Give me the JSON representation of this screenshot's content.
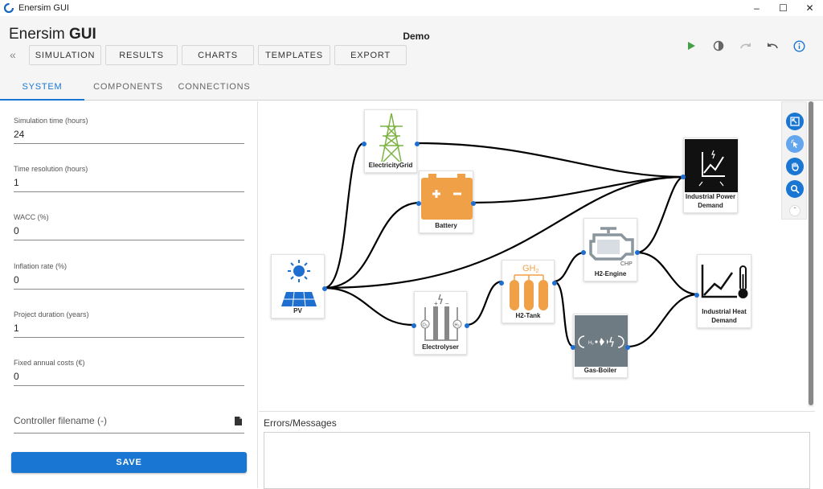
{
  "window": {
    "title": "Enersim GUI"
  },
  "header": {
    "title_prefix": "Enersim",
    "title_bold": "GUI",
    "project": "Demo",
    "nav": [
      "SIMULATION",
      "RESULTS",
      "CHARTS",
      "TEMPLATES",
      "EXPORT"
    ]
  },
  "tabs": [
    "SYSTEM",
    "COMPONENTS",
    "CONNECTIONS"
  ],
  "form": {
    "fields": [
      {
        "label": "Simulation time (hours)",
        "value": "24"
      },
      {
        "label": "Time resolution (hours)",
        "value": "1"
      },
      {
        "label": "WACC (%)",
        "value": "0"
      },
      {
        "label": "Inflation rate (%)",
        "value": "0"
      },
      {
        "label": "Project duration (years)",
        "value": "1"
      },
      {
        "label": "Fixed annual costs (€)",
        "value": "0"
      }
    ],
    "controller_placeholder": "Controller filename (-)",
    "save_label": "SAVE"
  },
  "nodes": {
    "grid": "ElectricityGrid",
    "battery": "Battery",
    "pv": "PV",
    "electrolyser": "Electrolyser",
    "h2tank": "H2-Tank",
    "h2engine": "H2-Engine",
    "gasboiler": "Gas-Boiler",
    "power_demand_1": "Industrial Power",
    "power_demand_2": "Demand",
    "heat_demand_1": "Industrial Heat",
    "heat_demand_2": "Demand"
  },
  "node_icon_text": {
    "gh2": "GH",
    "gh2_sub": "2",
    "chp": "CHP",
    "o2": "O₂",
    "h2": "H₂"
  },
  "messages": {
    "title": "Errors/Messages"
  },
  "colors": {
    "accent": "#1976d2",
    "battery": "#f0a046",
    "tank": "#f0a046",
    "play": "#43a047",
    "port": "#1e6fd0"
  }
}
